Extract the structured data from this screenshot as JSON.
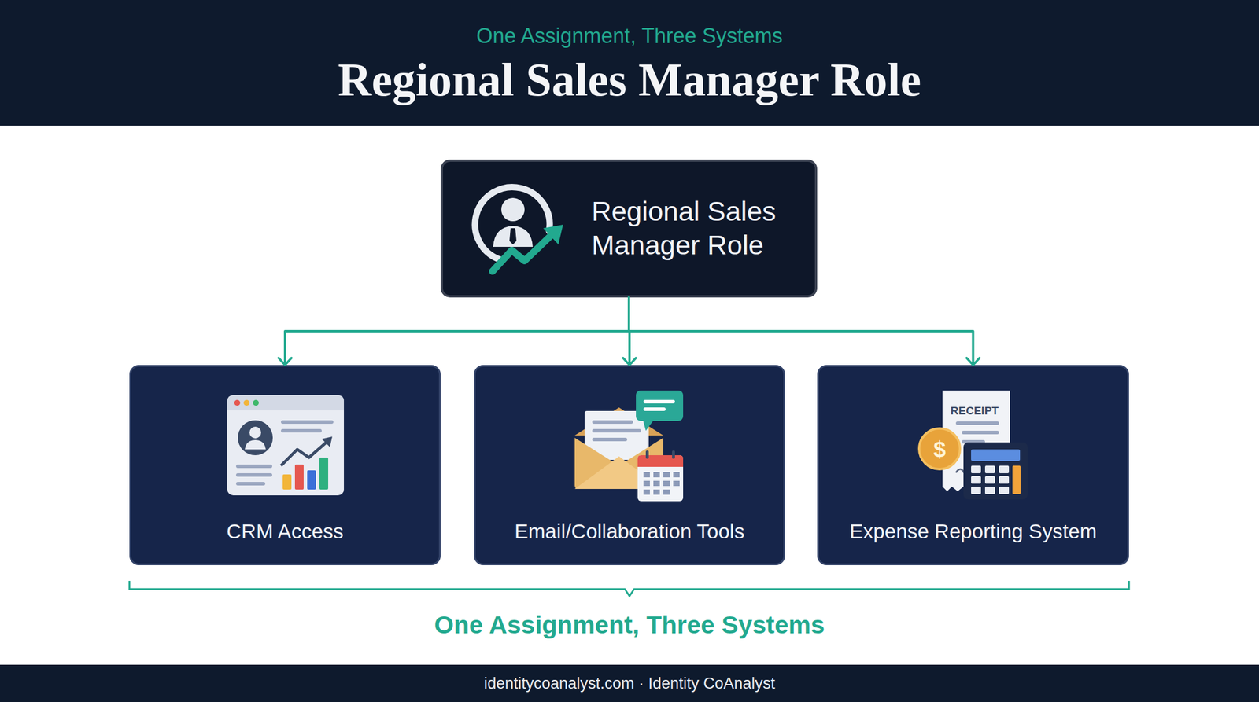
{
  "diagram": {
    "title": "Regional Sales Manager Role",
    "nodes": [
      {
        "text": [
          "Regional Sales Manager Role"
        ]
      },
      {
        "text": [
          "CRM Access"
        ]
      },
      {
        "text": [
          "Email/Collaboration Tools"
        ]
      },
      {
        "text": [
          "Expense Reporting System"
        ]
      }
    ],
    "edges": [
      {
        "from": 0,
        "to": 1,
        "arrow": "to"
      },
      {
        "from": 0,
        "to": 2,
        "arrow": "to"
      },
      {
        "from": 0,
        "to": 3,
        "arrow": "to"
      }
    ],
    "labels": [
      "One Assignment, Three Systems",
      "RECEIPT",
      "$",
      "One Assignment, Three Systems",
      "identitycoanalyst.com · Identity CoAnalyst"
    ]
  }
}
